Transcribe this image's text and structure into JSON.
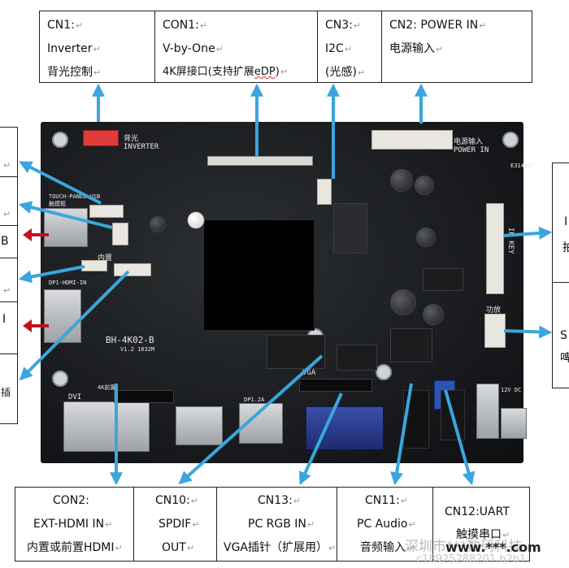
{
  "top_labels": {
    "cn1_inverter": {
      "line1": "CN1:",
      "line2": "Inverter",
      "line3": "背光控制"
    },
    "con1_vbyone": {
      "line1": "CON1:",
      "line2": "V-by-One",
      "line3_a": "4K屏接口(支持扩展",
      "line3_b": "eDP",
      "line3_c": ")"
    },
    "cn3_i2c": {
      "line1": "CN3:",
      "line2": "I2C",
      "line3": "(光感)"
    },
    "cn2_power": {
      "line1": "CN2: POWER IN",
      "line2": "电源输入"
    }
  },
  "left_labels": [
    "B",
    "I",
    "插"
  ],
  "right_labels": [
    "I",
    "拍",
    "S",
    "啤"
  ],
  "bottom_labels": {
    "con2": {
      "line1": "CON2:",
      "line2": "EXT-HDMI IN",
      "line3": "内置或前置HDMI"
    },
    "cn10": {
      "line1": "CN10:",
      "line2": "SPDIF",
      "line3": "OUT"
    },
    "cn13": {
      "line1": "CN13:",
      "line2": "PC RGB IN",
      "line3": "VGA插针（扩展用）"
    },
    "cn11": {
      "line1": "CN11:",
      "line2": "PC Audio",
      "line3": "音频输入"
    },
    "cn12": {
      "line1": "CN12:UART",
      "line2": "触摸串口"
    }
  },
  "return_mark": "↵",
  "board_silkscreen": {
    "inverter": "背光\nINVERTER",
    "power_in": "电源输入\nPOWER IN",
    "model": "BH-4K02-B",
    "version": "V1.2 1832M",
    "touch": "TOUCH-PANEL USB\n触摸框",
    "dp_hdmi": "DP1-HDMI-IN",
    "vga": "VGA",
    "dvi": "DVI",
    "ext_panel": "4K前置",
    "dp_label": "DP1.2A",
    "ir_key": "IR KEY",
    "audio": "功放",
    "serial": "E314697",
    "dc": "12V DC",
    "kz": "内置"
  },
  "watermark": {
    "line1": "深圳市***数码科技",
    "line2": "c18925288201.b2b1",
    "overlay": "www.***.com"
  },
  "colors": {
    "arrow_blue": "#3aa6dd",
    "arrow_red": "#c1121f",
    "board": "#1a1c1f"
  }
}
